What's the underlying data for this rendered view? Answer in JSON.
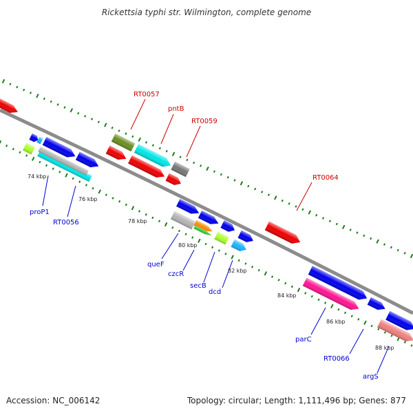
{
  "title": "Rickettsia typhi str. Wilmington, complete genome",
  "footer": {
    "accession": "Accession: NC_006142",
    "summary": "Topology: circular; Length: 1,111,496 bp; Genes: 877"
  },
  "colors": {
    "backbone": "#8c8c8c",
    "ticks": "#1a7a1a",
    "blue": "#0000ee",
    "red": "#ee0000",
    "cyan": "#00e6e6",
    "gray": "#b5b5b5",
    "darkgray": "#777777",
    "olive": "#6b8e23",
    "lime": "#adff2f",
    "orange": "#ff8c00",
    "green": "#32cd32",
    "skyblue": "#1eb4ff",
    "pink": "#ff1493",
    "salmon": "#f08080",
    "label_blue": "#0000cc",
    "label_red": "#cc0000"
  },
  "scale_labels": [
    "74 kbp",
    "76 kbp",
    "78 kbp",
    "80 kbp",
    "82 kbp",
    "84 kbp",
    "86 kbp",
    "88 kbp"
  ],
  "gene_labels_top": [
    "RT0057",
    "pntB",
    "RT0059",
    "RT0064"
  ],
  "gene_labels_bottom": [
    "proP1",
    "RT0056",
    "queF",
    "czcR",
    "secB",
    "dcd",
    "parC",
    "RT0066",
    "argS"
  ]
}
